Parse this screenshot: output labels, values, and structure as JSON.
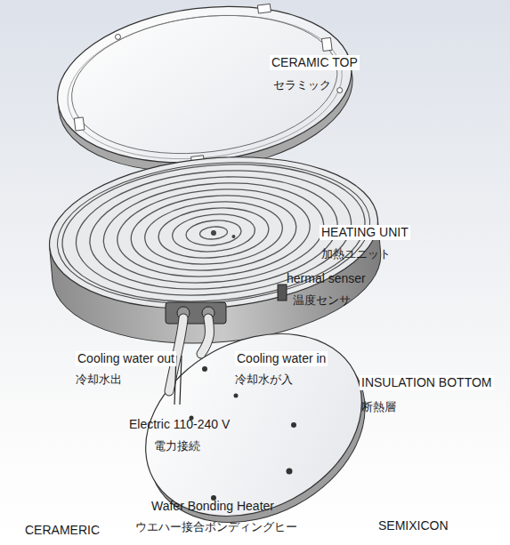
{
  "diagram": {
    "labels": [
      "CERAMIC TOP",
      "セラミック",
      "HEATING UNIT",
      "加熱ユニット",
      "hermal senser",
      "温度センサ",
      "Cooling water out",
      "冷却水出",
      "Cooling water in",
      "冷却水が入",
      "INSULATION BOTTOM",
      "断熱層",
      "Electric 110-240 V",
      "電力接続",
      "Wafer Bonding Heater",
      "ウエハー接合ボンディングヒー",
      "CERAMERIC",
      "SEMIXICON"
    ]
  }
}
